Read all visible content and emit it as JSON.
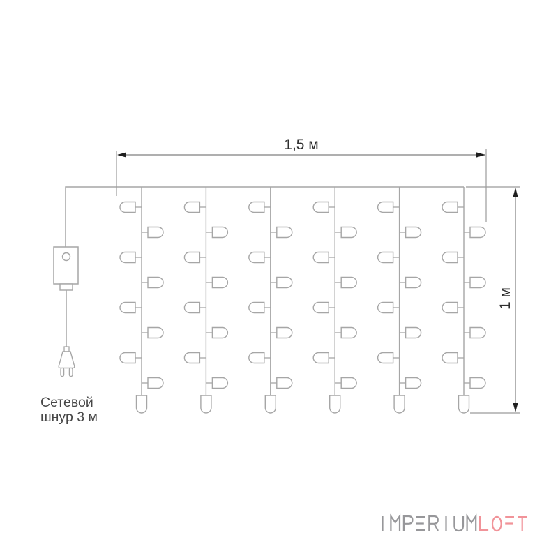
{
  "diagram": {
    "kind": "LED curtain garland dimension drawing",
    "dimensions": {
      "width_label": "1,5 м",
      "height_label": "1 м"
    },
    "power_cord": {
      "label_line1": "Сетевой",
      "label_line2": "шнур 3 м"
    },
    "curtain": {
      "strand_count": 6,
      "side_bulbs_per_strand": 8,
      "end_bulbs_per_strand": 1,
      "total_bulbs": 54,
      "bulb_arrangement": "alternating left-right down each strand, one bulb at strand end"
    },
    "colors": {
      "wire": "#a6a6a6",
      "dimension_line": "#7f7f7f",
      "extension_line": "#9b9b9b",
      "arrow": "#1f1f1f",
      "dimension_text": "#2e2e2e",
      "cord_text": "#474747"
    }
  },
  "logo": {
    "text": "IMPERIUMLOFT",
    "part1": "IMPERIUM",
    "part2": "LOFT",
    "part1_color": "#97979a",
    "part2_color": "#f19399"
  }
}
